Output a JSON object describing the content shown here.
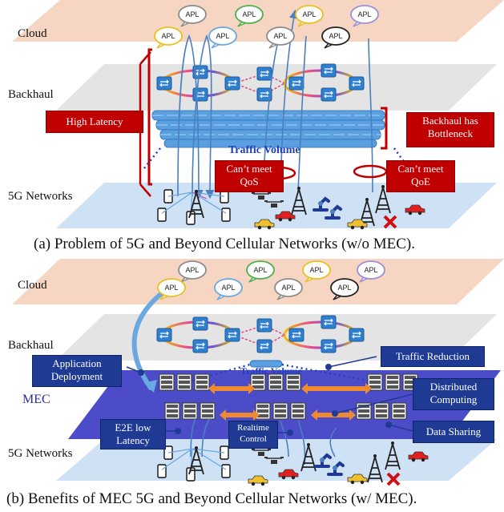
{
  "top": {
    "labels": {
      "cloud": "Cloud",
      "backhaul": "Backhaul",
      "networks": "5G Networks"
    },
    "callouts": {
      "high_latency": "High Latency",
      "backhaul_bottleneck": [
        "Backhaul has",
        "Bottleneck"
      ],
      "cant_meet_qos": [
        "Can’t meet",
        "QoS"
      ],
      "cant_meet_qoe": [
        "Can’t meet",
        "QoE"
      ],
      "traffic_volume": "Traffic Volume"
    },
    "caption": "(a)  Problem of 5G and Beyond Cellular Networks (w/o MEC)."
  },
  "bottom": {
    "labels": {
      "cloud": "Cloud",
      "backhaul": "Backhaul",
      "mec": "MEC",
      "networks": "5G Networks"
    },
    "callouts": {
      "app_deploy": [
        "Application",
        "Deployment"
      ],
      "traffic_reduction": "Traffic Reduction",
      "distributed": [
        "Distributed",
        "Computing"
      ],
      "e2e": [
        "E2E low",
        "Latency"
      ],
      "realtime": [
        "Realtime",
        "Control"
      ],
      "data_sharing": "Data Sharing",
      "traffic_volume": "Traffic Volume"
    },
    "caption": "(b)  Benefits of MEC 5G and Beyond Cellular Networks (w/ MEC)."
  },
  "apl_label": "APL",
  "colors": {
    "cloud_plane": "#f6d3bf",
    "backhaul_plane": "#e4e4e4",
    "network_plane": "#cfe2f5",
    "mec_plane": "#4d4cc8",
    "alert_red": "#c00000",
    "info_blue": "#1f3a93",
    "apl_yellow": "#e8c020",
    "apl_green": "#4caf50",
    "apl_gray": "#8c8c8c",
    "apl_purple": "#9b8fd8",
    "apl_blue": "#6aa8e0",
    "apl_black": "#222222"
  }
}
